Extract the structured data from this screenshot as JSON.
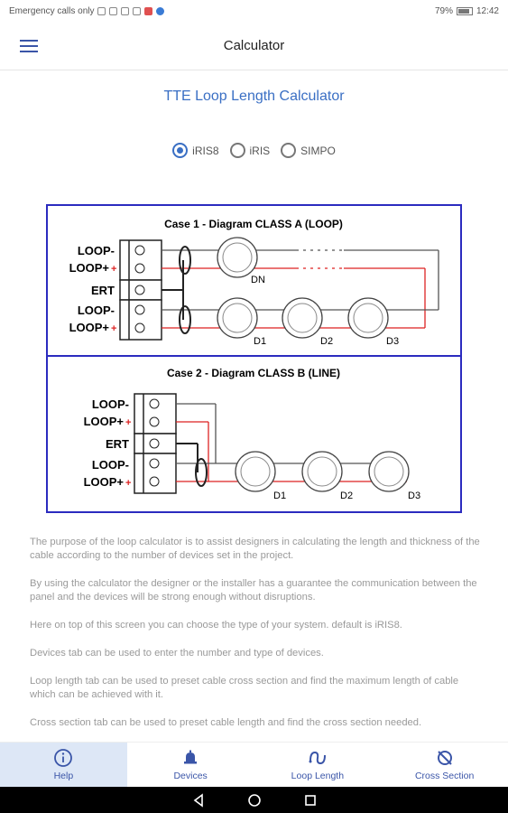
{
  "status_bar": {
    "left_text": "Emergency calls only",
    "battery": "79%",
    "time": "12:42"
  },
  "app_bar": {
    "title": "Calculator"
  },
  "heading": "TTE Loop Length Calculator",
  "system_options": [
    {
      "label": "iRIS8",
      "selected": true
    },
    {
      "label": "iRIS",
      "selected": false
    },
    {
      "label": "SIMPO",
      "selected": false
    }
  ],
  "diagram": {
    "case1_title": "Case 1 - Diagram CLASS A (LOOP)",
    "case2_title": "Case 2 - Diagram CLASS B (LINE)",
    "loop_minus": "LOOP-",
    "loop_plus": "LOOP+",
    "ert": "ERT",
    "dn": "DN",
    "d1": "D1",
    "d2": "D2",
    "d3": "D3",
    "border_color": "#2b2bbf",
    "red_wire_color": "#d22",
    "black_wire_color": "#333"
  },
  "description": [
    "The purpose of the loop calculator is to assist designers in calculating the length and thickness of the cable according to the number of devices set in the project.",
    "By using the calculator the designer or the installer has a guarantee the communication between the panel and the devices will be strong enough without disruptions.",
    "Here on top of this screen you can choose the type of your system. default is iRIS8.",
    "Devices tab can be used to enter the number and type of devices.",
    "Loop length tab can be used to preset cable cross section and find the maximum length of cable which can be achieved with it.",
    "Cross section tab can be used to preset cable length and find the cross section needed."
  ],
  "bottom_nav": [
    {
      "label": "Help",
      "icon": "info-icon",
      "active": true
    },
    {
      "label": "Devices",
      "icon": "bell-icon",
      "active": false
    },
    {
      "label": "Loop Length",
      "icon": "loop-icon",
      "active": false
    },
    {
      "label": "Cross Section",
      "icon": "cross-section-icon",
      "active": false
    }
  ],
  "colors": {
    "accent": "#3a55a8",
    "heading": "#3a6fc4",
    "active_tab_bg": "#dde7f6"
  }
}
